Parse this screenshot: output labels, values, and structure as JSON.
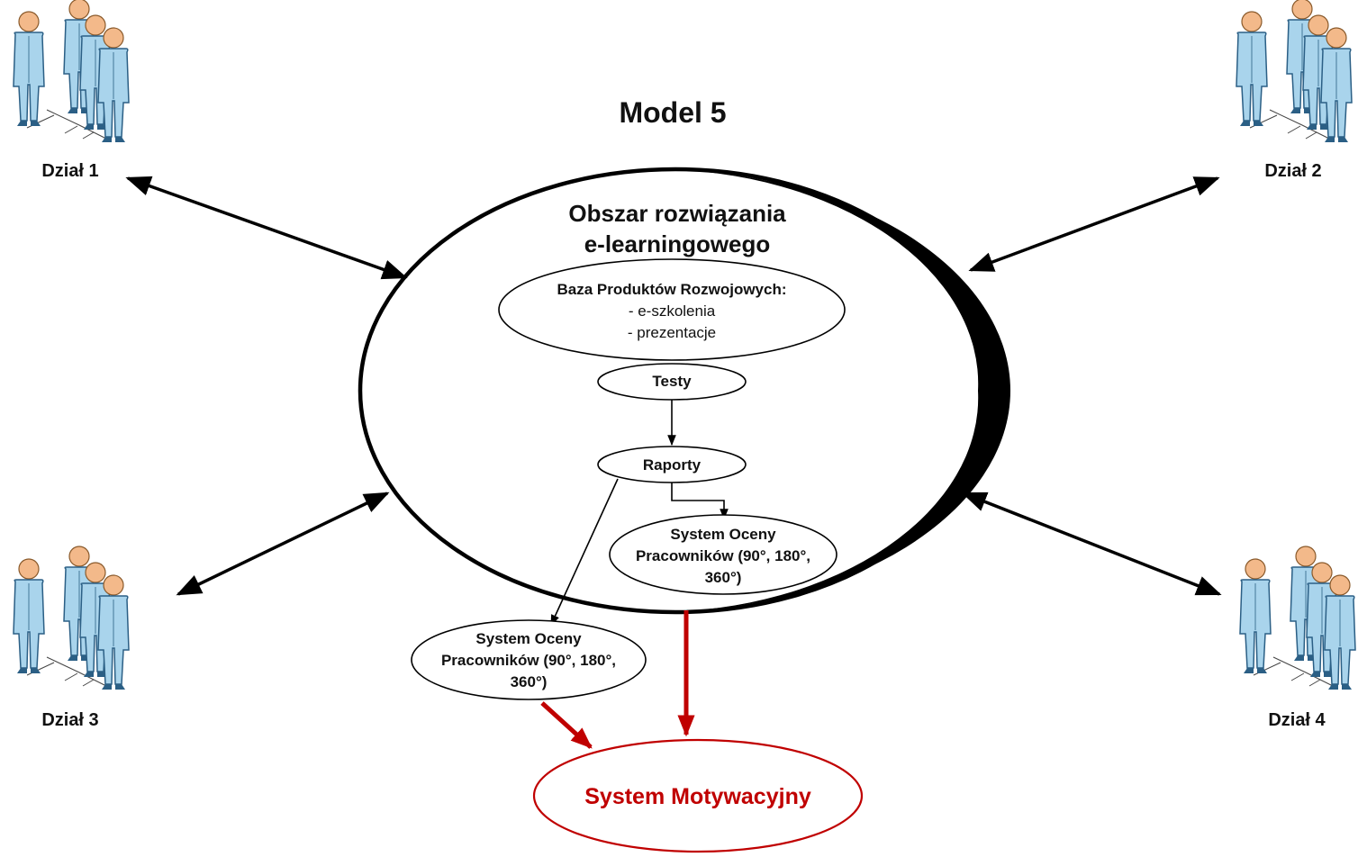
{
  "title": "Model 5",
  "main_area": {
    "title_line1": "Obszar rozwiązania",
    "title_line2": "e-learningowego"
  },
  "departments": [
    {
      "label": "Dział 1"
    },
    {
      "label": "Dział 2"
    },
    {
      "label": "Dział 3"
    },
    {
      "label": "Dział 4"
    }
  ],
  "nodes": {
    "baza": {
      "title": "Baza Produktów Rozwojowych:",
      "items": [
        "- e-szkolenia",
        "- prezentacje"
      ]
    },
    "testy": {
      "label": "Testy"
    },
    "raporty": {
      "label": "Raporty"
    },
    "ocena_inner": {
      "lines": [
        "System Oceny",
        "Pracowników (90°, 180°,",
        "360°)"
      ]
    },
    "ocena_outer": {
      "lines": [
        "System Oceny",
        "Pracowników (90°, 180°,",
        "360°)"
      ]
    },
    "motywacja": {
      "label": "System Motywacyjny"
    }
  },
  "colors": {
    "stroke": "#000000",
    "accent_red": "#c00000",
    "person_fill": "#a9d4ec",
    "person_stroke": "#2b5f85",
    "skin": "#f3b98a"
  }
}
